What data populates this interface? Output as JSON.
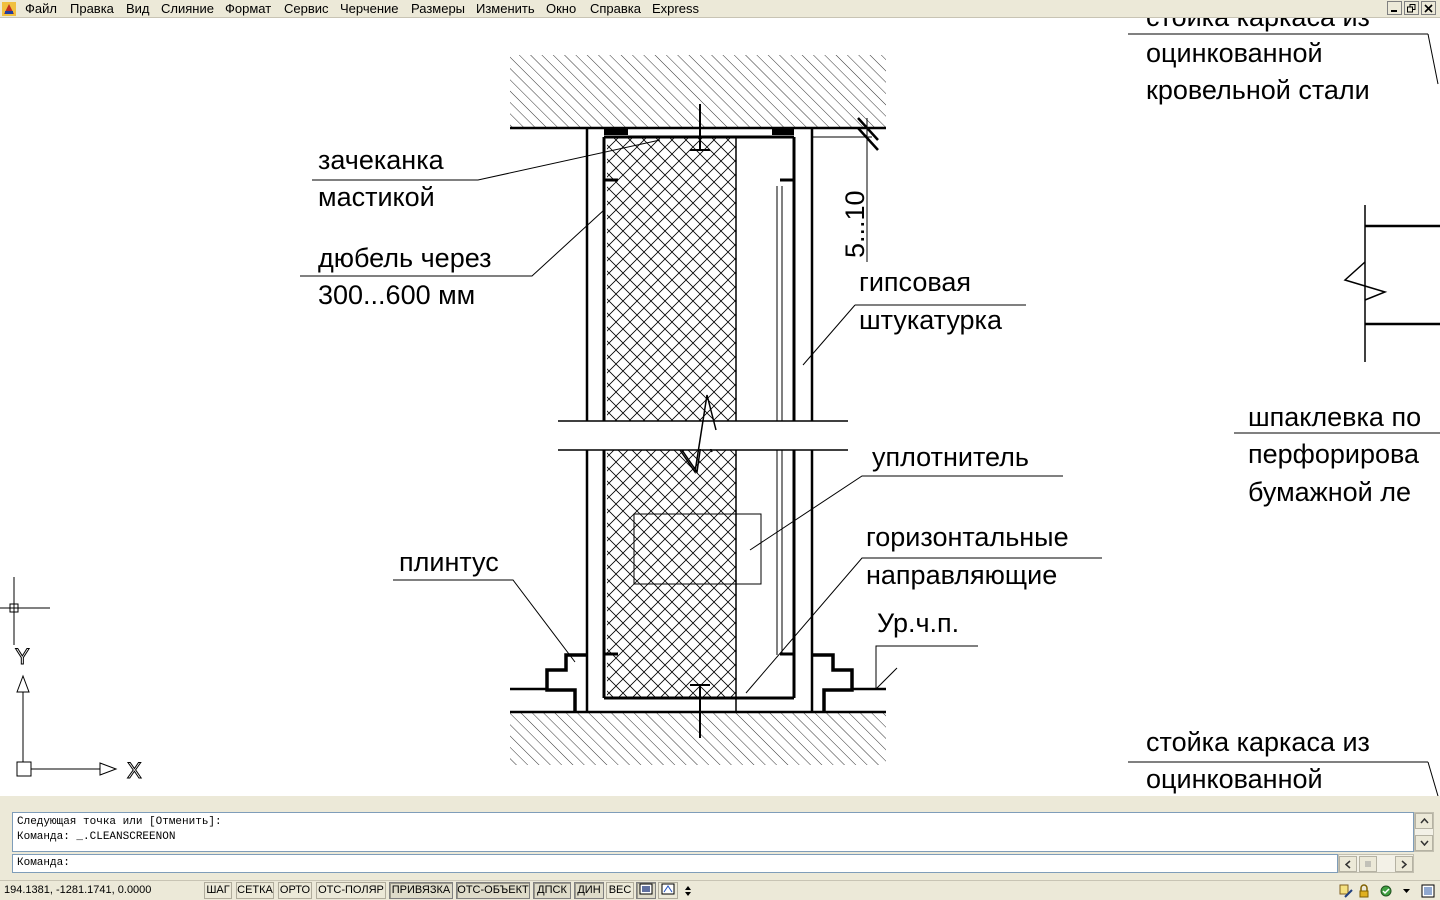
{
  "menu": {
    "items": [
      "Файл",
      "Правка",
      "Вид",
      "Слияние",
      "Формат",
      "Сервис",
      "Черчение",
      "Размеры",
      "Изменить",
      "Окно",
      "Справка",
      "Express"
    ]
  },
  "drawing": {
    "labels": {
      "top_right_1": "стойка каркаса из",
      "top_right_2": "оцинкованной",
      "top_right_3": "кровельной стали",
      "zachekanka_1": "зачеканка",
      "zachekanka_2": "мастикой",
      "dubel_1": "дюбель через",
      "dubel_2": "300...600 мм",
      "dimension": "5...10",
      "gipsovaya_1": "гипсовая",
      "gipsovaya_2": "штукатурка",
      "shpaklevka_1": "шпаклевка по",
      "shpaklevka_2": "перфорирова",
      "shpaklevka_3": "бумажной ле",
      "uplotnitel": "уплотнитель",
      "gorizont_1": "горизонтальные",
      "gorizont_2": "направляющие",
      "plintus": "плинтус",
      "urchp": "Ур.ч.п.",
      "bottom_right_1": "стойка каркаса из",
      "bottom_right_2": "оцинкованной",
      "ucs_y": "Y",
      "ucs_x": "X"
    }
  },
  "command": {
    "history": [
      "Следующая точка или [Отменить]:",
      "Команда: _.CLEANSCREENON"
    ],
    "prompt": "Команда:"
  },
  "status": {
    "coords": "194.1381, -1281.1741, 0.0000",
    "buttons": [
      {
        "label": "ШАГ",
        "on": false
      },
      {
        "label": "СЕТКА",
        "on": false
      },
      {
        "label": "ОРТО",
        "on": false
      },
      {
        "label": "ОТС-ПОЛЯР",
        "on": false
      },
      {
        "label": "ПРИВЯЗКА",
        "on": true
      },
      {
        "label": "ОТС-ОБЪЕКТ",
        "on": true
      },
      {
        "label": "ДПСК",
        "on": true
      },
      {
        "label": "ДИН",
        "on": true
      },
      {
        "label": "ВЕС",
        "on": false
      }
    ]
  },
  "colors": {
    "chrome": "#ece9d8",
    "drawing_bg": "#ffffff",
    "ink": "#000000"
  }
}
